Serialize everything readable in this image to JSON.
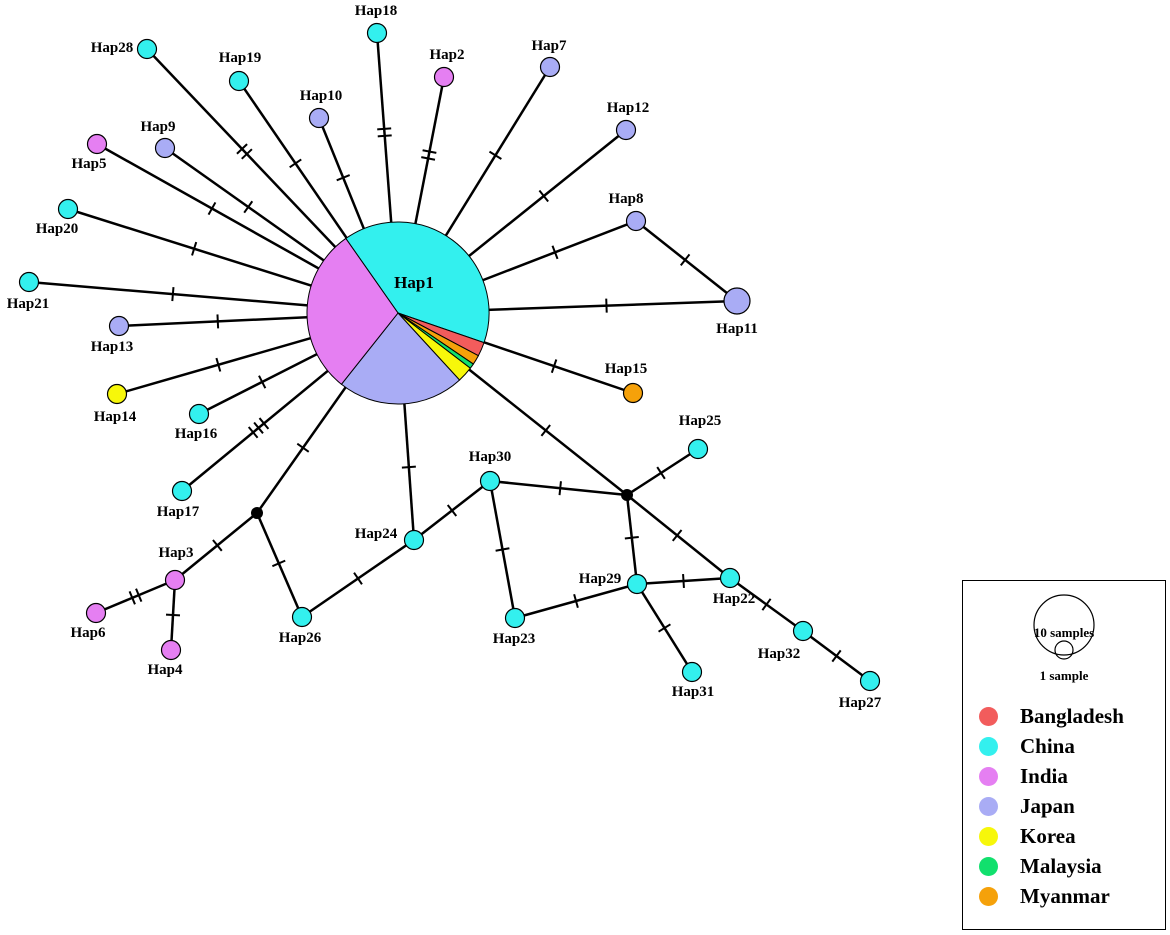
{
  "countries": [
    {
      "name": "Bangladesh",
      "color": "#f25c5c"
    },
    {
      "name": "China",
      "color": "#33f0ee"
    },
    {
      "name": "India",
      "color": "#e57ff2"
    },
    {
      "name": "Japan",
      "color": "#a9acf5"
    },
    {
      "name": "Korea",
      "color": "#f7f70a"
    },
    {
      "name": "Malaysia",
      "color": "#11e06d"
    },
    {
      "name": "Myanmar",
      "color": "#f5a10a"
    }
  ],
  "legend": {
    "size_large": "10 samples",
    "size_small": "1 sample"
  },
  "hub": {
    "id": "Hap1",
    "label": "Hap1",
    "composition": {
      "China": 0.4,
      "Bangladesh": 0.025,
      "Myanmar": 0.017,
      "Malaysia": 0.009,
      "Korea": 0.028,
      "Japan": 0.225,
      "India": 0.296
    }
  },
  "nodes": [
    {
      "id": "Hap2",
      "label": "Hap2",
      "country": "India"
    },
    {
      "id": "Hap3",
      "label": "Hap3",
      "country": "India"
    },
    {
      "id": "Hap4",
      "label": "Hap4",
      "country": "India"
    },
    {
      "id": "Hap5",
      "label": "Hap5",
      "country": "India"
    },
    {
      "id": "Hap6",
      "label": "Hap6",
      "country": "India"
    },
    {
      "id": "Hap7",
      "label": "Hap7",
      "country": "Japan"
    },
    {
      "id": "Hap8",
      "label": "Hap8",
      "country": "Japan"
    },
    {
      "id": "Hap9",
      "label": "Hap9",
      "country": "Japan"
    },
    {
      "id": "Hap10",
      "label": "Hap10",
      "country": "Japan"
    },
    {
      "id": "Hap11",
      "label": "Hap11",
      "country": "Japan"
    },
    {
      "id": "Hap12",
      "label": "Hap12",
      "country": "Japan"
    },
    {
      "id": "Hap13",
      "label": "Hap13",
      "country": "Japan"
    },
    {
      "id": "Hap14",
      "label": "Hap14",
      "country": "Korea"
    },
    {
      "id": "Hap15",
      "label": "Hap15",
      "country": "Myanmar"
    },
    {
      "id": "Hap16",
      "label": "Hap16",
      "country": "China"
    },
    {
      "id": "Hap17",
      "label": "Hap17",
      "country": "China"
    },
    {
      "id": "Hap18",
      "label": "Hap18",
      "country": "China"
    },
    {
      "id": "Hap19",
      "label": "Hap19",
      "country": "China"
    },
    {
      "id": "Hap20",
      "label": "Hap20",
      "country": "China"
    },
    {
      "id": "Hap21",
      "label": "Hap21",
      "country": "China"
    },
    {
      "id": "Hap22",
      "label": "Hap22",
      "country": "China"
    },
    {
      "id": "Hap23",
      "label": "Hap23",
      "country": "China"
    },
    {
      "id": "Hap24",
      "label": "Hap24",
      "country": "China"
    },
    {
      "id": "Hap25",
      "label": "Hap25",
      "country": "China"
    },
    {
      "id": "Hap26",
      "label": "Hap26",
      "country": "China"
    },
    {
      "id": "Hap27",
      "label": "Hap27",
      "country": "China"
    },
    {
      "id": "Hap28",
      "label": "Hap28",
      "country": "China"
    },
    {
      "id": "Hap29",
      "label": "Hap29",
      "country": "China"
    },
    {
      "id": "Hap30",
      "label": "Hap30",
      "country": "China"
    },
    {
      "id": "Hap31",
      "label": "Hap31",
      "country": "China"
    },
    {
      "id": "Hap32",
      "label": "Hap32",
      "country": "China"
    }
  ],
  "median_vectors": [
    "mv1",
    "mv2"
  ],
  "edges": [
    {
      "from": "Hap1",
      "to": "Hap28",
      "mutations": 2
    },
    {
      "from": "Hap1",
      "to": "Hap19",
      "mutations": 1
    },
    {
      "from": "Hap1",
      "to": "Hap10",
      "mutations": 1
    },
    {
      "from": "Hap1",
      "to": "Hap18",
      "mutations": 2
    },
    {
      "from": "Hap1",
      "to": "Hap2",
      "mutations": 2
    },
    {
      "from": "Hap1",
      "to": "Hap7",
      "mutations": 1
    },
    {
      "from": "Hap1",
      "to": "Hap12",
      "mutations": 1
    },
    {
      "from": "Hap1",
      "to": "Hap8",
      "mutations": 1
    },
    {
      "from": "Hap8",
      "to": "Hap11",
      "mutations": 1
    },
    {
      "from": "Hap1",
      "to": "Hap11",
      "mutations": 1
    },
    {
      "from": "Hap1",
      "to": "Hap15",
      "mutations": 1
    },
    {
      "from": "Hap1",
      "to": "mv1",
      "mutations": 1
    },
    {
      "from": "Hap1",
      "to": "Hap9",
      "mutations": 1
    },
    {
      "from": "Hap1",
      "to": "Hap5",
      "mutations": 1
    },
    {
      "from": "Hap1",
      "to": "Hap20",
      "mutations": 1
    },
    {
      "from": "Hap1",
      "to": "Hap21",
      "mutations": 1
    },
    {
      "from": "Hap1",
      "to": "Hap13",
      "mutations": 1
    },
    {
      "from": "Hap1",
      "to": "Hap14",
      "mutations": 1
    },
    {
      "from": "Hap1",
      "to": "Hap16",
      "mutations": 1
    },
    {
      "from": "Hap1",
      "to": "Hap17",
      "mutations": 3
    },
    {
      "from": "Hap1",
      "to": "mv2",
      "mutations": 1
    },
    {
      "from": "Hap1",
      "to": "Hap24",
      "mutations": 1
    },
    {
      "from": "mv2",
      "to": "Hap3",
      "mutations": 1
    },
    {
      "from": "mv2",
      "to": "Hap26",
      "mutations": 1
    },
    {
      "from": "Hap3",
      "to": "Hap6",
      "mutations": 2
    },
    {
      "from": "Hap3",
      "to": "Hap4",
      "mutations": 1
    },
    {
      "from": "Hap26",
      "to": "Hap24",
      "mutations": 1
    },
    {
      "from": "Hap24",
      "to": "Hap30",
      "mutations": 1
    },
    {
      "from": "Hap30",
      "to": "mv1",
      "mutations": 1
    },
    {
      "from": "Hap30",
      "to": "Hap23",
      "mutations": 1
    },
    {
      "from": "Hap23",
      "to": "Hap29",
      "mutations": 1
    },
    {
      "from": "mv1",
      "to": "Hap25",
      "mutations": 1
    },
    {
      "from": "mv1",
      "to": "Hap29",
      "mutations": 1
    },
    {
      "from": "mv1",
      "to": "Hap22",
      "mutations": 1
    },
    {
      "from": "Hap29",
      "to": "Hap22",
      "mutations": 1
    },
    {
      "from": "Hap29",
      "to": "Hap31",
      "mutations": 1
    },
    {
      "from": "Hap22",
      "to": "Hap32",
      "mutations": 1
    },
    {
      "from": "Hap32",
      "to": "Hap27",
      "mutations": 1
    }
  ]
}
